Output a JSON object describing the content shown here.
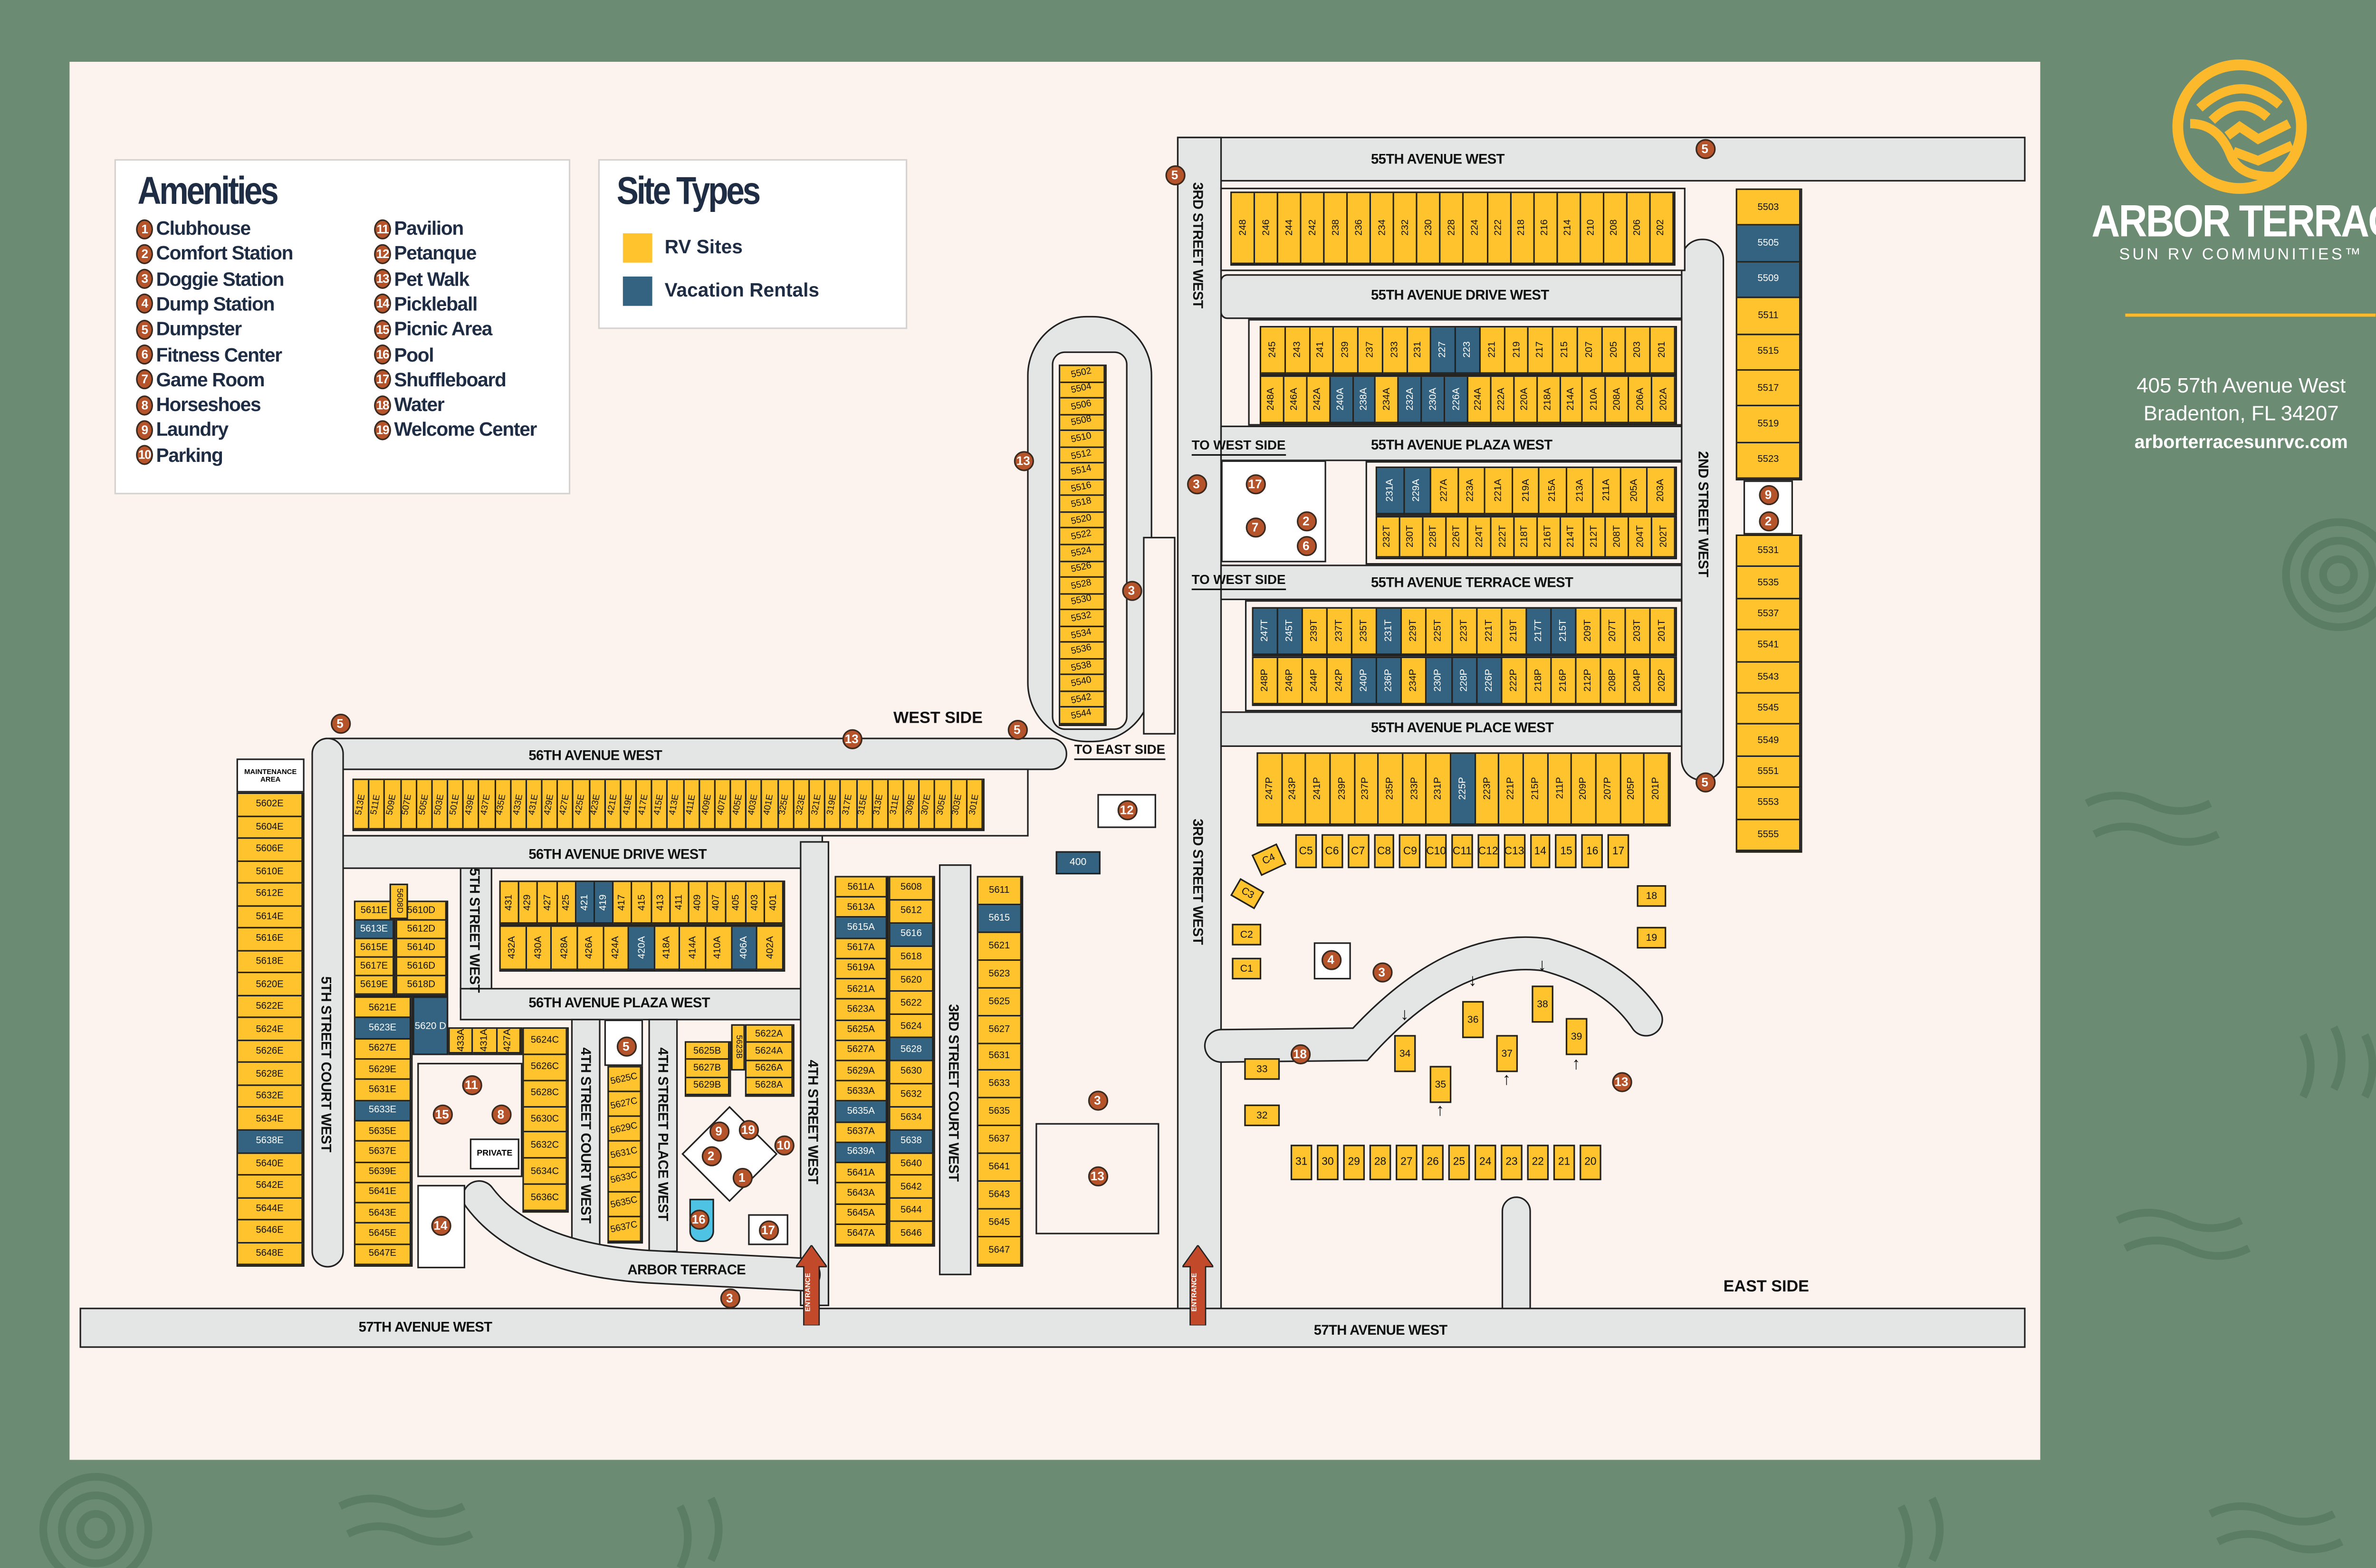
{
  "brand": {
    "name": "ARBOR TERRACE",
    "subtitle": "SUN RV COMMUNITIES™",
    "address_line1": "405 57th Avenue West",
    "address_line2": "Bradenton, FL 34207",
    "website": "arborterracesunrvc.com"
  },
  "colors": {
    "rv_site": "#fec32d",
    "vacation_rental": "#336380",
    "marker": "#b5532a",
    "background": "#6b8c72",
    "map": "#fdf3ee"
  },
  "amenities": {
    "title": "Amenities",
    "items": [
      {
        "n": "1",
        "label": "Clubhouse"
      },
      {
        "n": "2",
        "label": "Comfort Station"
      },
      {
        "n": "3",
        "label": "Doggie Station"
      },
      {
        "n": "4",
        "label": "Dump Station"
      },
      {
        "n": "5",
        "label": "Dumpster"
      },
      {
        "n": "6",
        "label": "Fitness Center"
      },
      {
        "n": "7",
        "label": "Game Room"
      },
      {
        "n": "8",
        "label": "Horseshoes"
      },
      {
        "n": "9",
        "label": "Laundry"
      },
      {
        "n": "10",
        "label": "Parking"
      },
      {
        "n": "11",
        "label": "Pavilion"
      },
      {
        "n": "12",
        "label": "Petanque"
      },
      {
        "n": "13",
        "label": "Pet Walk"
      },
      {
        "n": "14",
        "label": "Pickleball"
      },
      {
        "n": "15",
        "label": "Picnic Area"
      },
      {
        "n": "16",
        "label": "Pool"
      },
      {
        "n": "17",
        "label": "Shuffleboard"
      },
      {
        "n": "18",
        "label": "Water"
      },
      {
        "n": "19",
        "label": "Welcome Center"
      }
    ]
  },
  "site_types": {
    "title": "Site Types",
    "items": [
      {
        "label": "RV Sites",
        "color": "#fec32d"
      },
      {
        "label": "Vacation Rentals",
        "color": "#336380"
      }
    ]
  },
  "roads": {
    "ave55w": "55TH AVENUE WEST",
    "ave55drive": "55TH AVENUE DRIVE WEST",
    "ave55plaza": "55TH AVENUE PLAZA WEST",
    "ave55terrace": "55TH AVENUE TERRACE WEST",
    "ave55place": "55TH AVENUE PLACE WEST",
    "st3w_top": "3RD STREET WEST",
    "st3w_bottom": "3RD STREET WEST",
    "st2w": "2ND STREET WEST",
    "ave56w": "56TH AVENUE WEST",
    "ave56drive": "56TH AVENUE DRIVE WEST",
    "ave56plaza": "56TH AVENUE PLAZA WEST",
    "st5court": "5TH STREET COURT WEST",
    "st5w": "5TH STREET WEST",
    "st4court": "4TH STREET COURT WEST",
    "st4place": "4TH STREET PLACE WEST",
    "st4w": "4TH STREET WEST",
    "st3court": "3RD STREET COURT WEST",
    "arbor_terrace": "ARBOR TERRACE",
    "ave57w_left": "57TH AVENUE WEST",
    "ave57w_right": "57TH AVENUE WEST"
  },
  "labels": {
    "to_west_side_1": "TO WEST SIDE",
    "to_west_side_2": "TO WEST SIDE",
    "to_east_side": "TO EAST SIDE",
    "west_side": "WEST SIDE",
    "east_side": "EAST SIDE",
    "entrance_1": "ENTRANCE",
    "entrance_2": "ENTRANCE",
    "private": "PRIVATE",
    "maintenance": "MAINTENANCE AREA"
  },
  "sites": {
    "r55w": {
      "ids": [
        "248",
        "246",
        "244",
        "242",
        "238",
        "236",
        "234",
        "232",
        "230",
        "228",
        "224",
        "222",
        "218",
        "216",
        "214",
        "210",
        "208",
        "206",
        "202"
      ],
      "vacation": []
    },
    "r55d_top": {
      "ids": [
        "245",
        "243",
        "241",
        "239",
        "237",
        "233",
        "231",
        "227",
        "223",
        "221",
        "219",
        "217",
        "215",
        "207",
        "205",
        "203",
        "201"
      ],
      "vacation": [
        "227",
        "223"
      ]
    },
    "r55d_bot": {
      "ids": [
        "248A",
        "246A",
        "242A",
        "240A",
        "238A",
        "234A",
        "232A",
        "230A",
        "226A",
        "224A",
        "222A",
        "220A",
        "218A",
        "214A",
        "210A",
        "208A",
        "206A",
        "202A"
      ],
      "vacation": [
        "240A",
        "238A",
        "232A",
        "230A",
        "226A"
      ]
    },
    "r55p_top": {
      "ids": [
        "231A",
        "229A",
        "227A",
        "223A",
        "221A",
        "219A",
        "215A",
        "213A",
        "211A",
        "205A",
        "203A"
      ],
      "vacation": [
        "231A",
        "229A"
      ]
    },
    "r55p_bot": {
      "ids": [
        "232T",
        "230T",
        "228T",
        "226T",
        "224T",
        "222T",
        "218T",
        "216T",
        "214T",
        "212T",
        "208T",
        "204T",
        "202T"
      ],
      "vacation": []
    },
    "r55t_top": {
      "ids": [
        "247T",
        "245T",
        "239T",
        "237T",
        "235T",
        "231T",
        "229T",
        "225T",
        "223T",
        "221T",
        "219T",
        "217T",
        "215T",
        "209T",
        "207T",
        "203T",
        "201T"
      ],
      "vacation": [
        "247T",
        "245T",
        "231T",
        "217T",
        "215T"
      ]
    },
    "r55t_bot": {
      "ids": [
        "248P",
        "246P",
        "244P",
        "242P",
        "240P",
        "236P",
        "234P",
        "230P",
        "228P",
        "226P",
        "222P",
        "218P",
        "216P",
        "212P",
        "208P",
        "204P",
        "202P"
      ],
      "vacation": [
        "240P",
        "236P",
        "230P",
        "228P",
        "226P"
      ]
    },
    "r55pl": {
      "ids": [
        "247P",
        "243P",
        "241P",
        "239P",
        "237P",
        "235P",
        "233P",
        "231P",
        "225P",
        "223P",
        "221P",
        "215P",
        "211P",
        "209P",
        "207P",
        "205P",
        "201P"
      ],
      "vacation": [
        "225P"
      ]
    },
    "rc": {
      "ids": [
        "C5",
        "C6",
        "C7",
        "C8",
        "C9",
        "C10",
        "C11",
        "C12",
        "C13",
        "14",
        "15",
        "16",
        "17"
      ],
      "vacation": []
    },
    "r20s": {
      "ids": [
        "31",
        "30",
        "29",
        "28",
        "27",
        "26",
        "25",
        "24",
        "23",
        "22",
        "21",
        "20"
      ],
      "vacation": []
    },
    "e55_top": {
      "ids": [
        "5503",
        "5505",
        "5509",
        "5511",
        "5515",
        "5517",
        "5519",
        "5523"
      ],
      "vacation": [
        "5505",
        "5509"
      ]
    },
    "e55_bot": {
      "ids": [
        "5531",
        "5535",
        "5537",
        "5541",
        "5543",
        "5545",
        "5549",
        "5551",
        "5553",
        "5555"
      ],
      "vacation": []
    },
    "loop": {
      "ids": [
        "5502",
        "5504",
        "5506",
        "5508",
        "5510",
        "5512",
        "5514",
        "5516",
        "5518",
        "5520",
        "5522",
        "5524",
        "5526",
        "5528",
        "5530",
        "5532",
        "5534",
        "5536",
        "5538",
        "5540",
        "5542",
        "5544"
      ],
      "vacation": []
    },
    "r56w": {
      "ids": [
        "513E",
        "511E",
        "509E",
        "507E",
        "505E",
        "503E",
        "501E",
        "439E",
        "437E",
        "435E",
        "433E",
        "431E",
        "429E",
        "427E",
        "425E",
        "423E",
        "421E",
        "419E",
        "417E",
        "415E",
        "413E",
        "411E",
        "409E",
        "407E",
        "405E",
        "403E",
        "401E",
        "325E",
        "323E",
        "321E",
        "319E",
        "317E",
        "315E",
        "313E",
        "311E",
        "309E",
        "307E",
        "305E",
        "303E",
        "301E"
      ],
      "vacation": []
    },
    "c56e_even": {
      "ids": [
        "5602E",
        "5604E",
        "5606E",
        "5610E",
        "5612E",
        "5614E",
        "5616E",
        "5618E",
        "5620E",
        "5622E",
        "5624E",
        "5626E",
        "5628E",
        "5632E",
        "5634E",
        "5638E",
        "5640E",
        "5642E",
        "5644E",
        "5646E",
        "5648E"
      ],
      "vacation": [
        "5638E"
      ]
    },
    "c56e_odd_top": {
      "ids": [
        "5611E",
        "5613E",
        "5615E",
        "5617E",
        "5619E"
      ],
      "vacation": [
        "5613E"
      ]
    },
    "c56d": {
      "ids": [
        "5610D",
        "5612D",
        "5614D",
        "5616D",
        "5618D"
      ],
      "vacation": []
    },
    "c56e_odd": {
      "ids": [
        "5621E",
        "5623E",
        "5627E",
        "5629E",
        "5631E",
        "5633E",
        "5635E",
        "5637E",
        "5639E",
        "5641E",
        "5643E",
        "5645E",
        "5647E"
      ],
      "vacation": [
        "5623E",
        "5633E"
      ]
    },
    "r433": {
      "ids": [
        "433A",
        "431A",
        "427A"
      ],
      "vacation": []
    },
    "c56c": {
      "ids": [
        "5624C",
        "5626C",
        "5628C",
        "5630C",
        "5632C",
        "5634C",
        "5636C"
      ],
      "vacation": []
    },
    "c56c_odd": {
      "ids": [
        "5625C",
        "5627C",
        "5629C",
        "5631C",
        "5633C",
        "5635C",
        "5637C"
      ],
      "vacation": []
    },
    "c56b": {
      "ids": [
        "5625B",
        "5627B",
        "5629B"
      ],
      "vacation": []
    },
    "c56a_small": {
      "ids": [
        "5622A",
        "5624A",
        "5626A",
        "5628A"
      ],
      "vacation": []
    },
    "c56a": {
      "ids": [
        "5611A",
        "5613A",
        "5615A",
        "5617A",
        "5619A",
        "5621A",
        "5623A",
        "5625A",
        "5627A",
        "5629A",
        "5633A",
        "5635A",
        "5637A",
        "5639A",
        "5641A",
        "5643A",
        "5645A",
        "5647A"
      ],
      "vacation": [
        "5615A",
        "5635A",
        "5639A"
      ]
    },
    "c56even": {
      "ids": [
        "5608",
        "5612",
        "5616",
        "5618",
        "5620",
        "5622",
        "5624",
        "5628",
        "5630",
        "5632",
        "5634",
        "5638",
        "5640",
        "5642",
        "5644",
        "5646"
      ],
      "vacation": [
        "5616",
        "5628",
        "5638"
      ]
    },
    "c56odd": {
      "ids": [
        "5611",
        "5615",
        "5621",
        "5623",
        "5625",
        "5627",
        "5631",
        "5633",
        "5635",
        "5637",
        "5641",
        "5643",
        "5645",
        "5647"
      ],
      "vacation": [
        "5615"
      ]
    },
    "r400s": {
      "ids": [
        "431",
        "429",
        "427",
        "425",
        "421",
        "419",
        "417",
        "415",
        "413",
        "411",
        "409",
        "407",
        "405",
        "403",
        "401"
      ],
      "vacation": [
        "421",
        "419"
      ]
    },
    "r400a": {
      "ids": [
        "432A",
        "430A",
        "428A",
        "426A",
        "424A",
        "420A",
        "418A",
        "414A",
        "410A",
        "406A",
        "402A"
      ],
      "vacation": [
        "420A",
        "406A"
      ]
    },
    "singles": [
      "C4",
      "C3",
      "C2",
      "C1",
      "18",
      "19",
      "33",
      "32",
      "34",
      "35",
      "36",
      "37",
      "38",
      "39",
      "5608D",
      "5620 D",
      "5623B",
      "400"
    ]
  },
  "markers": [
    "5",
    "5",
    "13",
    "3",
    "17",
    "2",
    "7",
    "6",
    "3",
    "5",
    "13",
    "5",
    "5",
    "12",
    "4",
    "3",
    "18",
    "13",
    "3",
    "13",
    "11",
    "15",
    "8",
    "14",
    "5",
    "9",
    "19",
    "2",
    "10",
    "1",
    "16",
    "17",
    "3",
    "9",
    "2"
  ]
}
